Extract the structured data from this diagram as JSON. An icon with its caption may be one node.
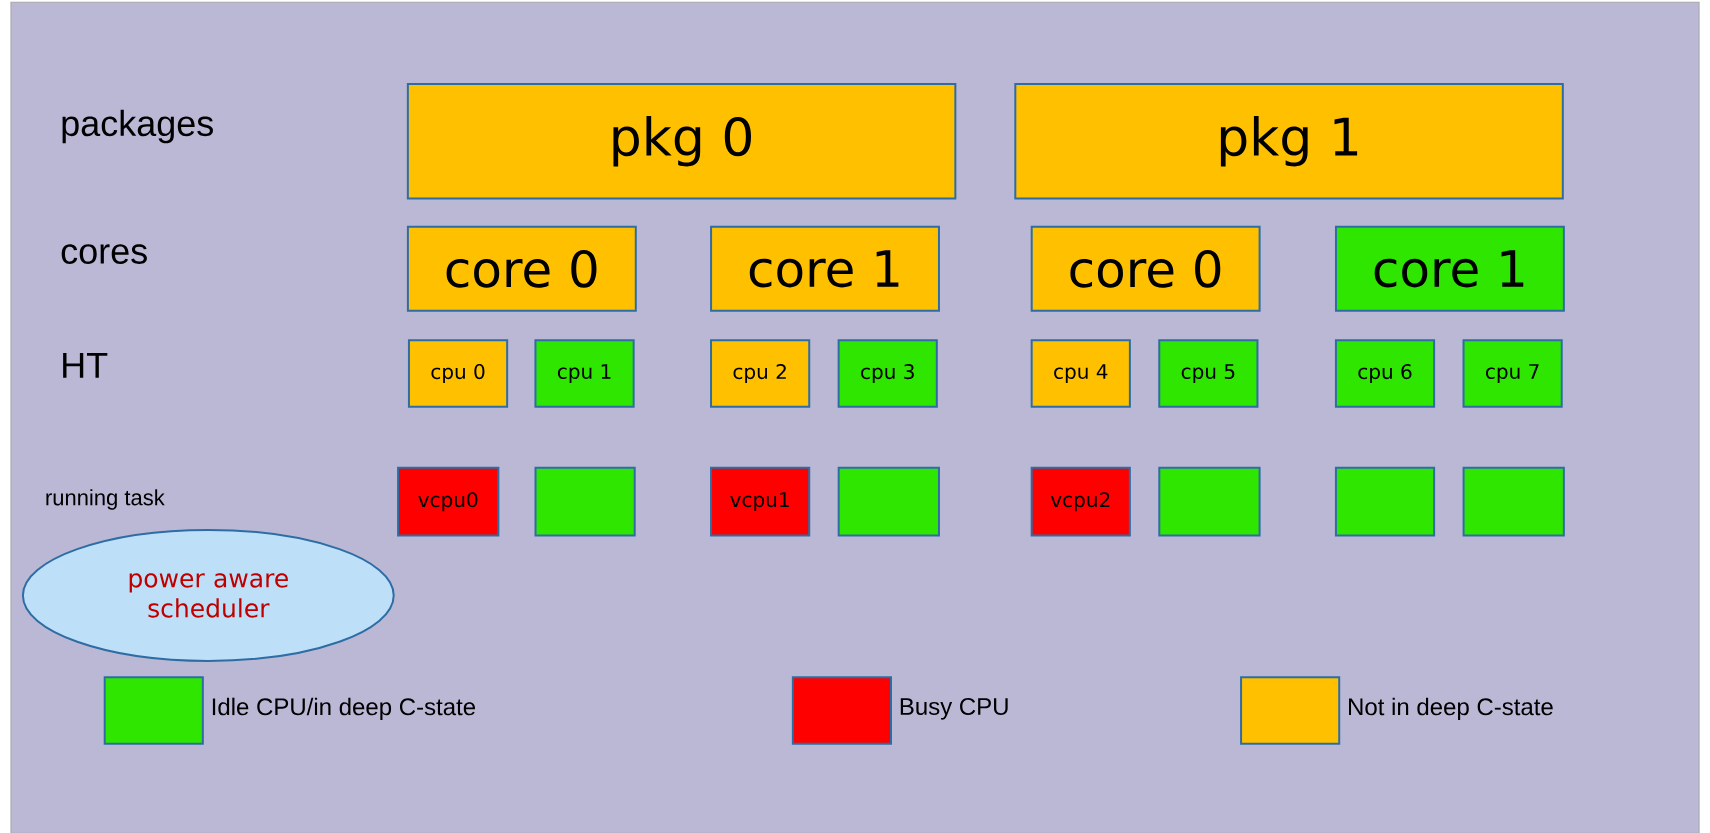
{
  "diagram": {
    "nodes": [
      {
        "text": [
          "pkg 0"
        ]
      },
      {
        "text": [
          "pkg 1"
        ]
      },
      {
        "text": [
          "core 0"
        ]
      },
      {
        "text": [
          "core 1"
        ]
      },
      {
        "text": [
          "core 0"
        ]
      },
      {
        "text": [
          "core 1"
        ]
      },
      {
        "text": [
          "cpu 0"
        ]
      },
      {
        "text": [
          "cpu 1"
        ]
      },
      {
        "text": [
          "cpu 2"
        ]
      },
      {
        "text": [
          "cpu 3"
        ]
      },
      {
        "text": [
          "cpu 4"
        ]
      },
      {
        "text": [
          "cpu 5"
        ]
      },
      {
        "text": [
          "cpu 6"
        ]
      },
      {
        "text": [
          "cpu 7"
        ]
      },
      {
        "text": [
          "vcpu0"
        ]
      },
      {
        "text": [],
        "shape": "box"
      },
      {
        "text": [
          "vcpu1"
        ]
      },
      {
        "text": [],
        "shape": "box"
      },
      {
        "text": [
          "vcpu2"
        ]
      },
      {
        "text": [],
        "shape": "box"
      },
      {
        "text": [],
        "shape": "box"
      },
      {
        "text": [],
        "shape": "box"
      },
      {
        "text": [
          "power aware scheduler"
        ]
      }
    ],
    "labels": [
      "packages",
      "cores",
      "HT",
      "running task"
    ],
    "legend": [
      {
        "text": "Idle CPU/in deep C-state",
        "color": "#2ee600"
      },
      {
        "text": "Busy CPU",
        "color": "#ff0000"
      },
      {
        "text": "Not in deep C-state",
        "color": "#ffc000"
      }
    ]
  }
}
